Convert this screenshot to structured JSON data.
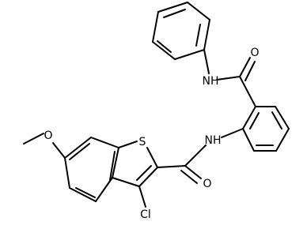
{
  "diagram": {
    "type": "chemical-structure",
    "labels": {
      "nh_top": "NH",
      "o_top": "O",
      "nh_mid": "NH",
      "s_ring": "S",
      "o_methoxy": "O",
      "o_amide": "O",
      "cl": "Cl"
    }
  }
}
